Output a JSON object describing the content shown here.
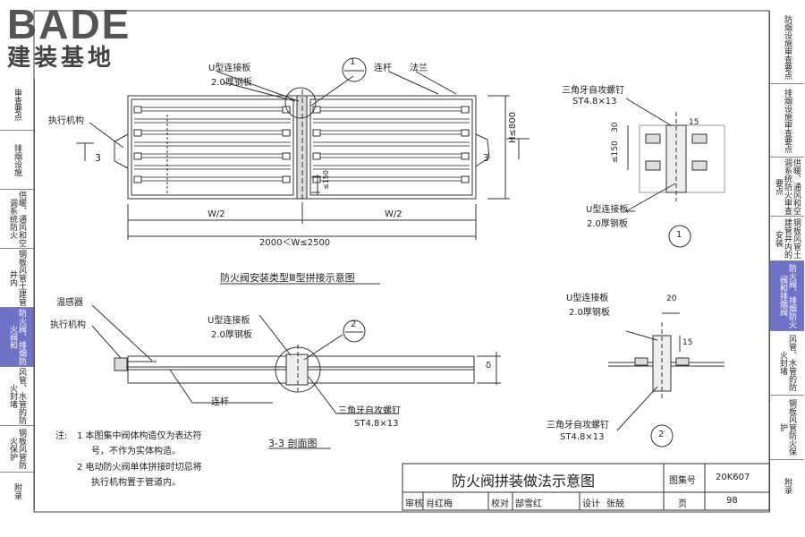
{
  "logo": {
    "brand": "BADE",
    "subtitle": "建装基地"
  },
  "left_tabs": [
    "审查要点",
    "排烟设施",
    "供暖、通风和空调系统防火",
    "钢板风管土建管井内",
    "防火阀、排烟防火阀和",
    "风管、水管的防火封堵",
    "钢板风管防火保护",
    "附录"
  ],
  "right_tabs": [
    "防烟设施审查要点",
    "排烟设施审查要点",
    "供暖、通风和空调系统防火审查要点",
    "钢板风管土建管井内的安装",
    "防火阀、排烟防火阀和排烟阀",
    "风管、水管的防火封堵",
    "钢板风管防火保护",
    "附录"
  ],
  "top_view": {
    "u_plate": "U型连接板",
    "steel": "2.0厚钢板",
    "rod": "连杆",
    "flange": "法兰",
    "actuator": "执行机构",
    "callout": "1",
    "section_mark": "3",
    "half_w": "W/2",
    "total_w": "2000＜W≤2500",
    "height": "H≤800",
    "spacing": "≤150",
    "title": "防火阀安装类型Ⅲ型拼接示意图"
  },
  "section_view": {
    "sensor": "温感器",
    "actuator": "执行机构",
    "u_plate": "U型连接板",
    "steel": "2.0厚钢板",
    "callout": "2",
    "rod": "连杆",
    "screw": "三角牙自攻螺钉",
    "screw_spec": "ST4.8×13",
    "delta": "δ",
    "title": "3-3 剖面图"
  },
  "detail1": {
    "screw": "三角牙自攻螺钉",
    "screw_spec": "ST4.8×13",
    "dim_a": "30",
    "dim_b": "≤150",
    "dim_c": "15",
    "u_plate": "U型连接板",
    "steel": "2.0厚钢板",
    "num": "1"
  },
  "detail2": {
    "u_plate": "U型连接板",
    "steel": "2.0厚钢板",
    "dim_a": "20",
    "dim_b": "15",
    "screw": "三角牙自攻螺钉",
    "screw_spec": "ST4.8×13",
    "num": "2"
  },
  "notes": {
    "prefix": "注:",
    "n1_a": "1  本图集中阀体构造仅为表达符",
    "n1_b": "号，不作为实体构造。",
    "n2_a": "2  电动防火阀单体拼接时切忌将",
    "n2_b": "执行机构置于管道内。"
  },
  "title_block": {
    "title": "防火阀拼装做法示意图",
    "atlas_label": "图集号",
    "atlas_no": "20K607",
    "review": "审核",
    "reviewer": "肖红梅",
    "check": "校对",
    "checker": "郜雪红",
    "design": "设计",
    "designer": "张兢",
    "page_label": "页",
    "page_no": "98"
  }
}
